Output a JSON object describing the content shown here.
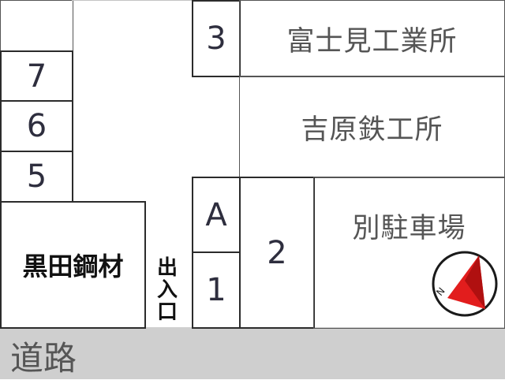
{
  "road": {
    "label": "道路"
  },
  "entrance": {
    "label": "出入口",
    "chars": [
      "出",
      "入",
      "口"
    ]
  },
  "lots": {
    "lot_7": "7",
    "lot_6": "6",
    "lot_5": "5",
    "lot_3": "3",
    "lot_A": "A",
    "lot_1": "1",
    "lot_2": "2"
  },
  "buildings": {
    "fujimi": "富士見工業所",
    "yoshiwara": "吉原鉄工所",
    "parking": "別駐車場",
    "kuroda": "黒田鋼材"
  },
  "compass": {
    "icon": "north-arrow-icon",
    "label": "N",
    "accent_color": "#e21d1d"
  },
  "colors": {
    "road": "#cfcfcf",
    "thin_border": "#c4c4c4",
    "thick_border": "#2b2b2b"
  }
}
